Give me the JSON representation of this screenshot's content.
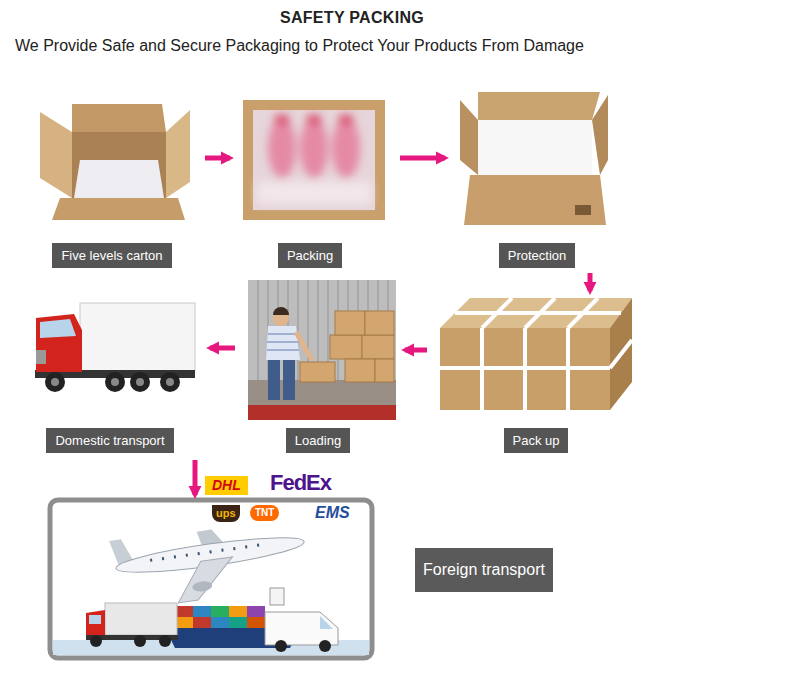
{
  "diagram": {
    "title": "SAFETY PACKING",
    "nodes": [
      {
        "text": [
          "Five levels carton"
        ]
      },
      {
        "text": [
          "Packing"
        ]
      },
      {
        "text": [
          "Protection"
        ]
      },
      {
        "text": [
          "Pack up"
        ]
      },
      {
        "text": [
          "Loading"
        ]
      },
      {
        "text": [
          "Domestic transport"
        ]
      },
      {
        "text": [
          "Foreign transport"
        ]
      }
    ],
    "edges": [
      {
        "from": 0,
        "to": 1,
        "arrow": "to"
      },
      {
        "from": 1,
        "to": 2,
        "arrow": "to"
      },
      {
        "from": 2,
        "to": 3,
        "arrow": "to"
      },
      {
        "from": 3,
        "to": 4,
        "arrow": "to"
      },
      {
        "from": 4,
        "to": 5,
        "arrow": "to"
      },
      {
        "from": 5,
        "to": 6,
        "arrow": "to"
      }
    ],
    "labels": [
      "We Provide Safe and Secure Packaging to Protect Your Products From Damage",
      "DHL",
      "FedEx",
      "ups",
      "TNT",
      "EMS"
    ]
  }
}
